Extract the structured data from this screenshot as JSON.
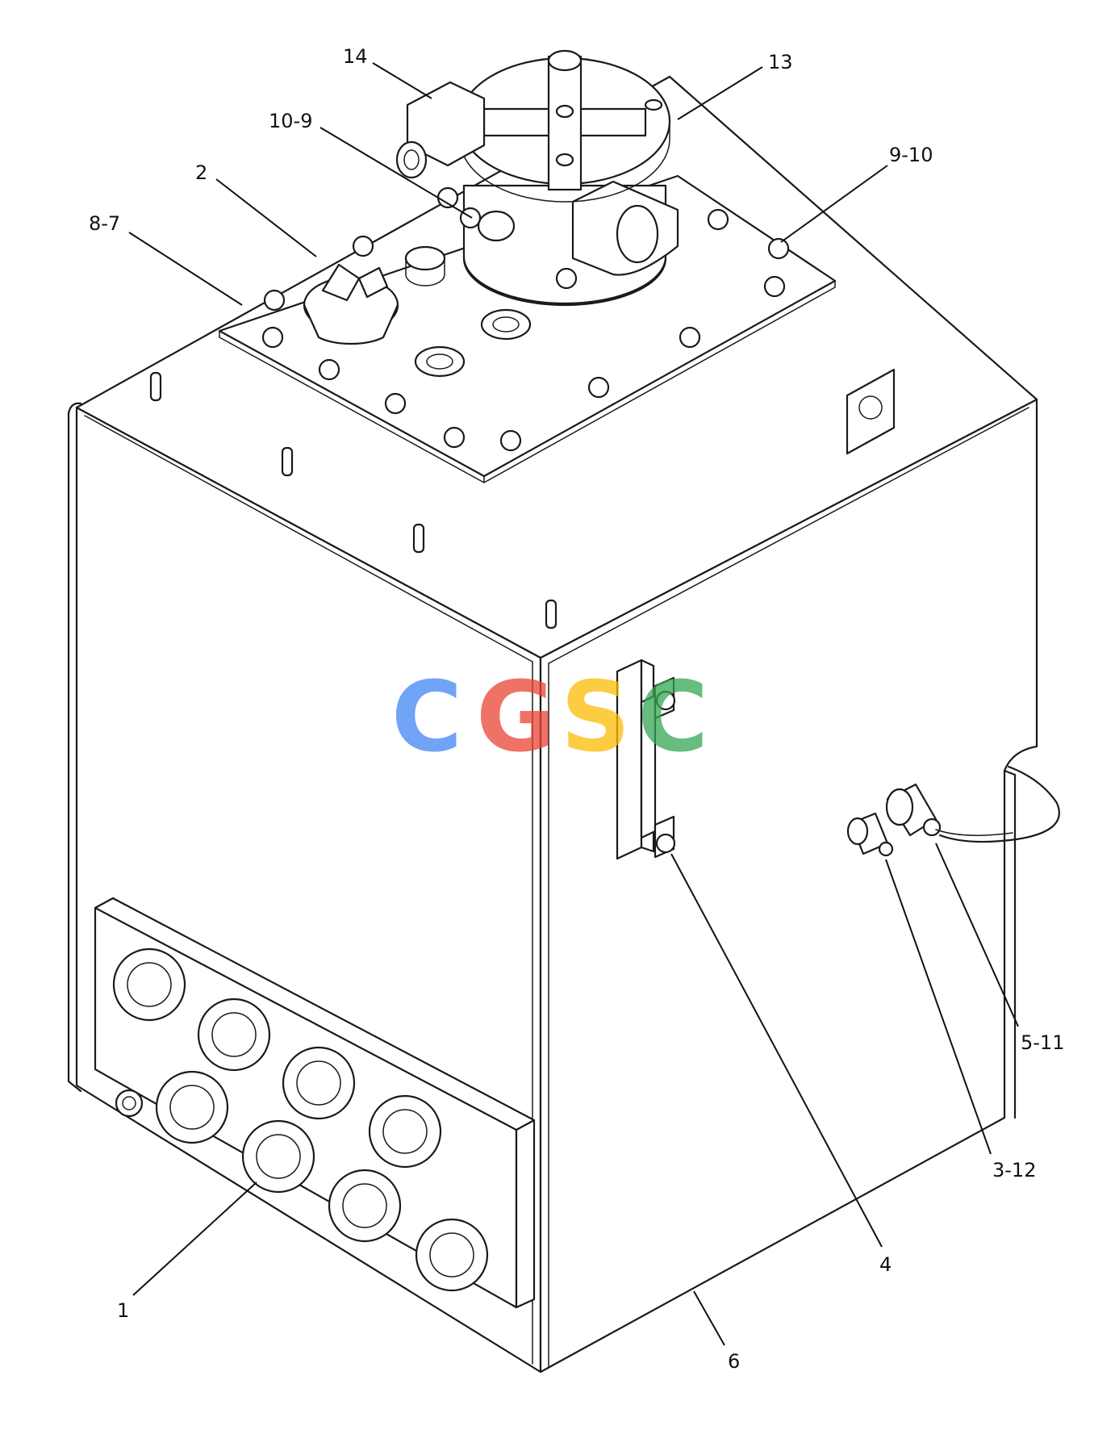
{
  "callouts": {
    "c14": "14",
    "c13": "13",
    "c10_9": "10-9",
    "c2": "2",
    "c9_10": "9-10",
    "c8_7": "8-7",
    "c5_11": "5-11",
    "c3_12": "3-12",
    "c4": "4",
    "c1": "1",
    "c6": "6"
  },
  "watermark": {
    "letters": [
      "C",
      "G",
      "S",
      "C"
    ],
    "colors": [
      "#4285F4",
      "#EA4335",
      "#FBBC05",
      "#34A853"
    ]
  },
  "icons": {
    "tank": "hydraulic-tank-icon",
    "cover": "cover-plate-icon",
    "breather": "breather-icon",
    "filler": "filler-cap-icon",
    "sight_gauge": "sight-gauge-icon",
    "sensor": "sensor-icon",
    "port_manifold": "port-manifold-icon"
  }
}
